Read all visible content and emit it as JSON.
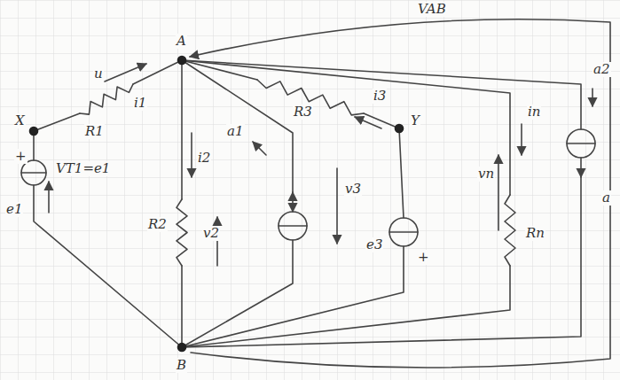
{
  "diagram": {
    "labels": [
      "VAB",
      "A",
      "u",
      "i1",
      "R1",
      "X",
      "e1",
      "VT1=e1",
      "+",
      "i2",
      "R2",
      "v2",
      "a1",
      "R3",
      "i3",
      "Y",
      "v3",
      "e3",
      "+",
      "in",
      "vn",
      "Rn",
      "a2",
      "a",
      "B"
    ]
  }
}
